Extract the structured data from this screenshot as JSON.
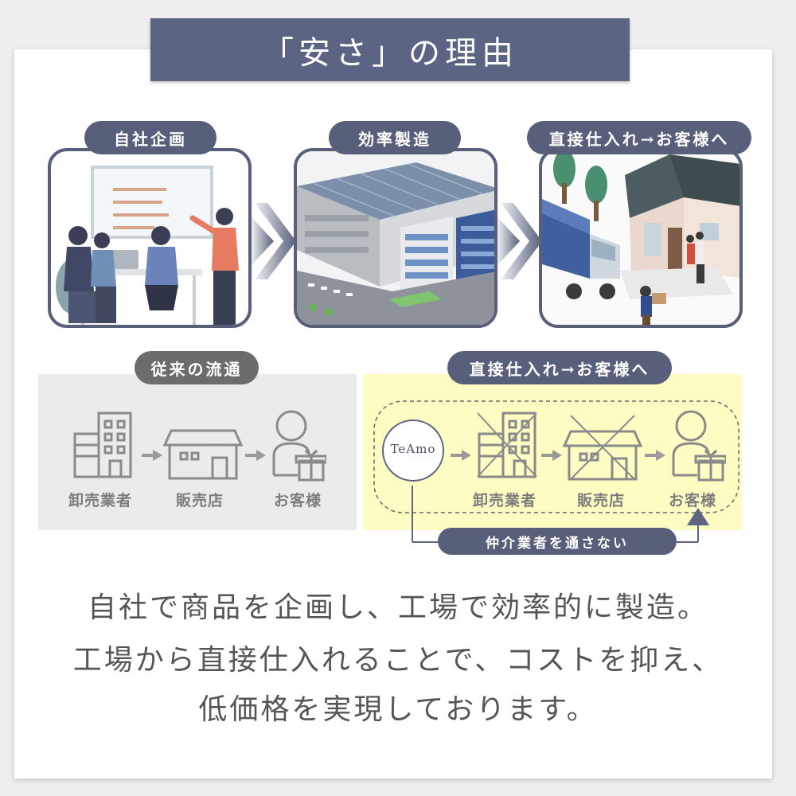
{
  "title": "「安さ」の理由",
  "steps": [
    {
      "label": "自社企画"
    },
    {
      "label": "効率製造"
    },
    {
      "label": "直接仕入れ→お客様へ"
    }
  ],
  "traditional": {
    "heading": "従来の流通",
    "items": [
      "卸売業者",
      "販売店",
      "お客様"
    ]
  },
  "direct": {
    "heading": "直接仕入れ→お客様へ",
    "brand": "TeAmo",
    "items": [
      "卸売業者",
      "販売店",
      "お客様"
    ],
    "bypass_label": "仲介業者を通さない"
  },
  "description": [
    "自社で商品を企画し、工場で効率的に製造。",
    "工場から直接仕入れることで、コストを抑え、",
    "低価格を実現しております。"
  ],
  "colors": {
    "navy": "#5b6583",
    "gray": "#6c6c6c",
    "highlight": "#fdfdc3"
  }
}
